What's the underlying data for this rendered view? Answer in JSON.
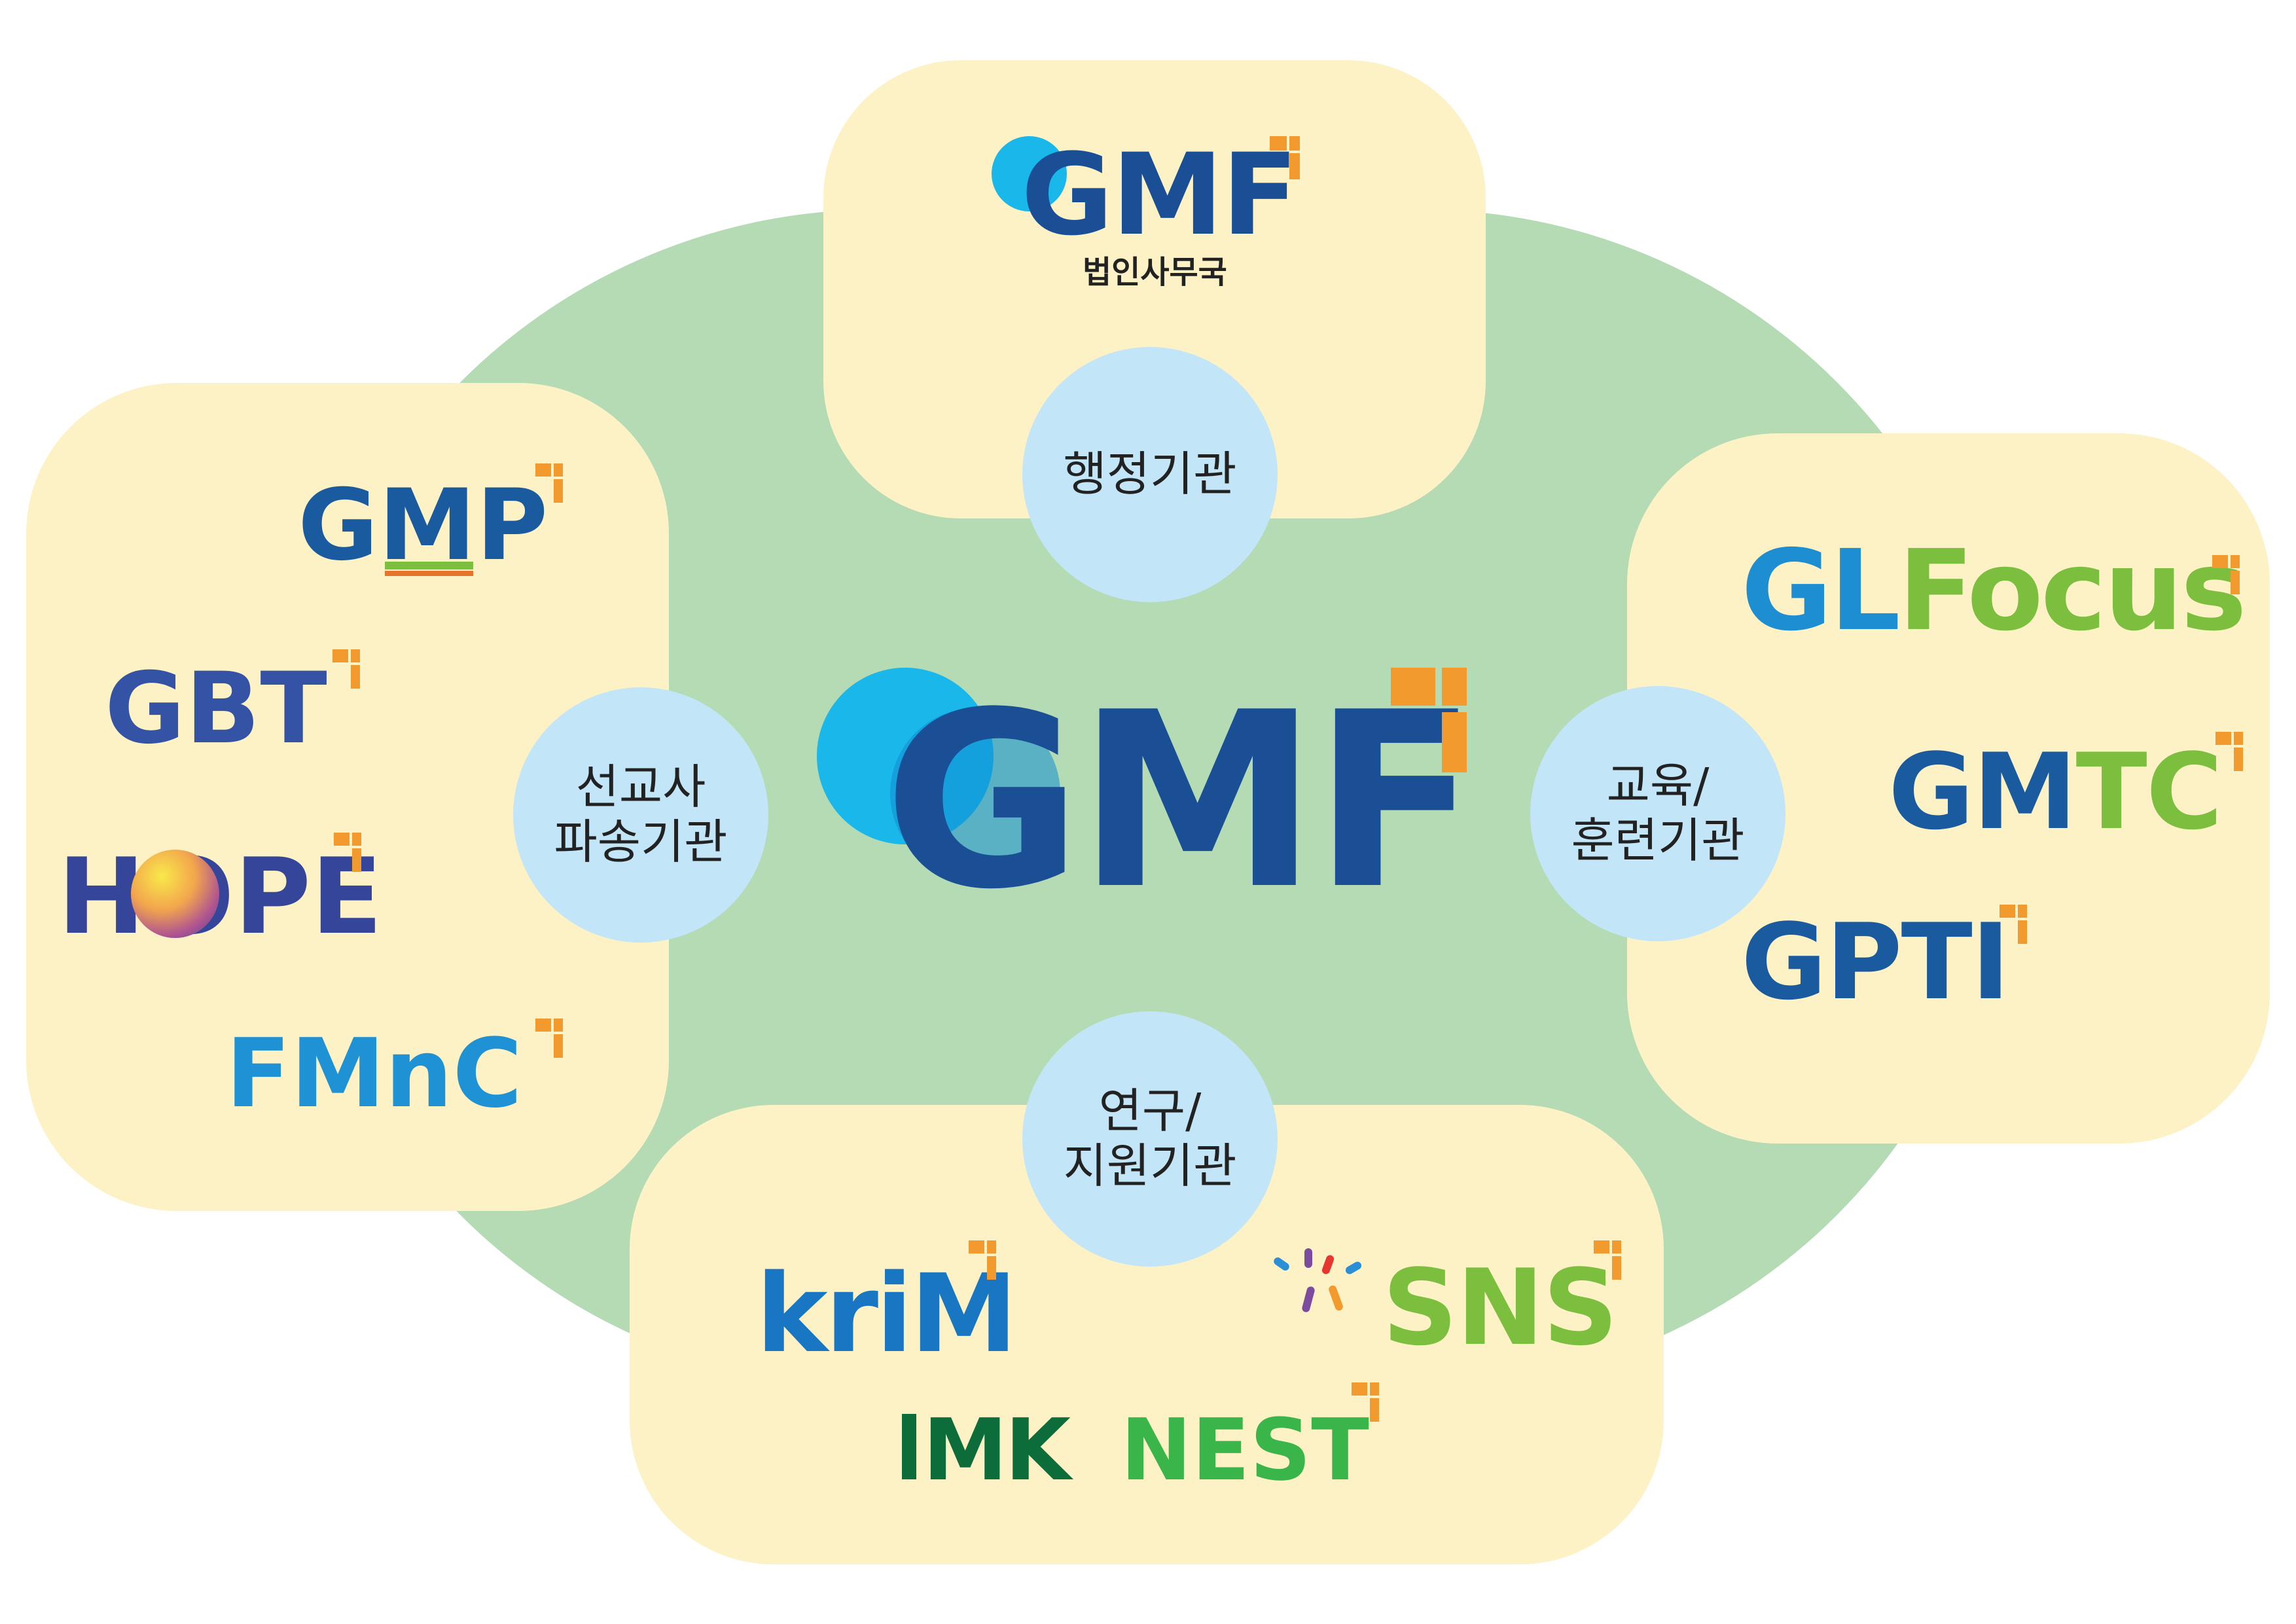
{
  "center_logo": "GMF",
  "groups": [
    {
      "label": "행정기관"
    },
    {
      "label": "선교사\n파송기관"
    },
    {
      "label": "교육/\n훈련기관"
    },
    {
      "label": "연구/\n지원기관"
    }
  ],
  "admin_logo": {
    "text": "GMF",
    "subtitle": "법인사무국"
  },
  "mission_logos": [
    "GMP",
    "GBT",
    "HOPE",
    "FMnC"
  ],
  "training_logos": {
    "glfocus_a": "GL",
    "glfocus_b": "Focus",
    "gmtc_a": "GM",
    "gmtc_b": "TC",
    "gpti": "GPTI"
  },
  "research_logos": {
    "krim": "kriM",
    "sns": "SNS",
    "mk": "MK",
    "nest": "NEST"
  },
  "colors": {
    "oval": "#b4dbb4",
    "panel": "#fdf2c6",
    "bubble": "#c2e5f7",
    "brand_blue": "#1a4f96",
    "accent_orange": "#f29a2e"
  }
}
